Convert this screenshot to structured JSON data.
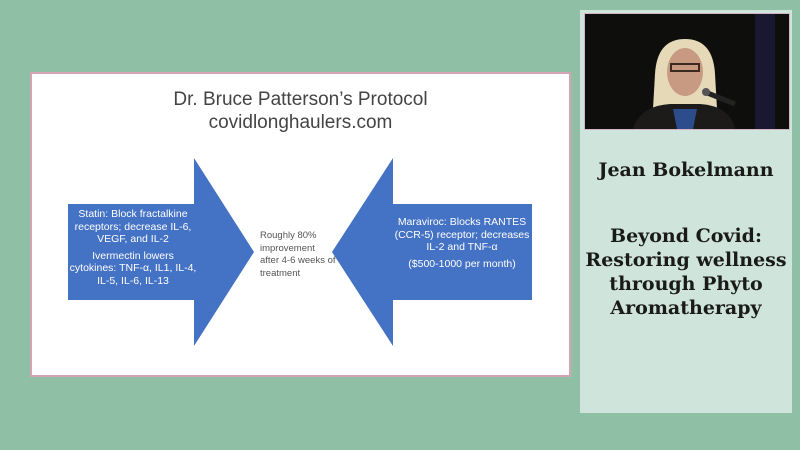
{
  "slide": {
    "title_line1": "Dr. Bruce Patterson’s Protocol",
    "title_line2": "covidlonghaulers.com",
    "left_arrow": {
      "para1": "Statin: Block fractalkine receptors; decrease IL-6, VEGF, and IL-2",
      "para2": "Ivermectin lowers cytokines: TNF-α, IL1, IL-4, IL-5, IL-6, IL-13"
    },
    "middle_text": "Roughly 80% improvement after 4-6 weeks of treatment",
    "right_arrow": {
      "para1": "Maraviroc: Blocks RANTES (CCR-5) receptor; decreases IL-2 and TNF-α",
      "para2": "($500-1000 per month)"
    },
    "arrow_color": "#4472c4"
  },
  "panel": {
    "speaker_name": "Jean Bokelmann",
    "talk_title": "Beyond Covid: Restoring wellness through Phyto Aromatherapy"
  }
}
